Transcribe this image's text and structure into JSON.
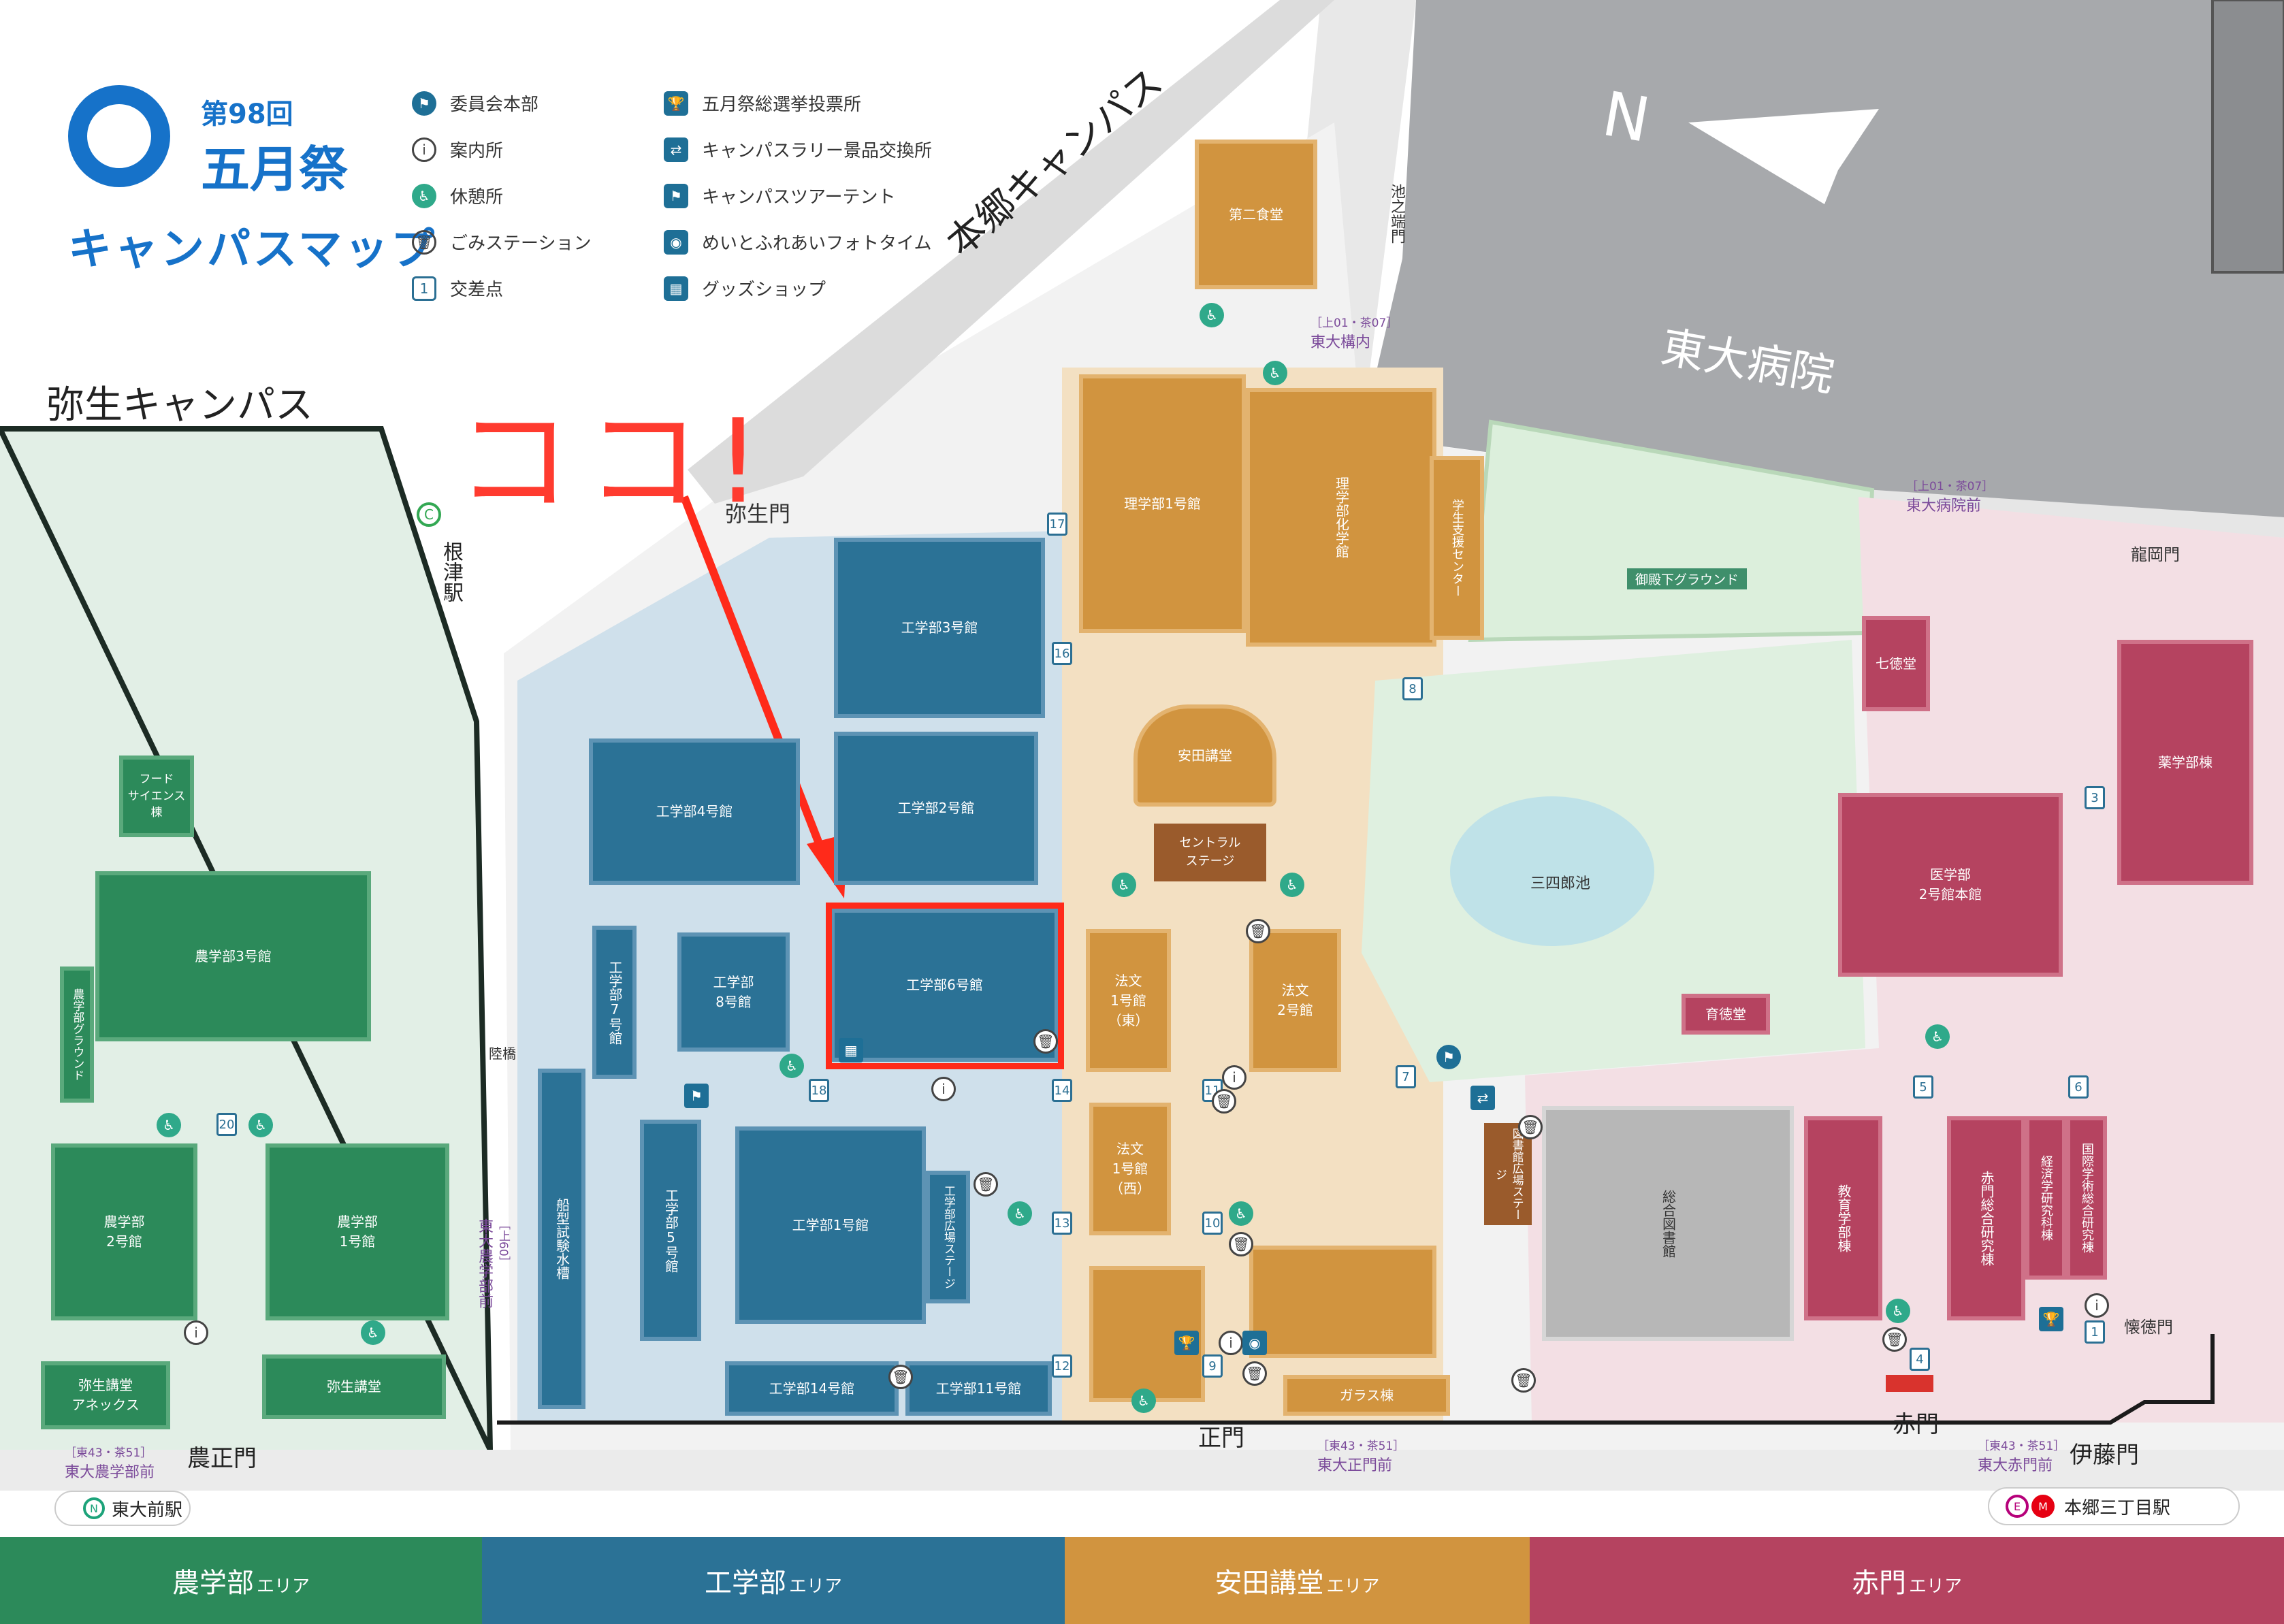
{
  "title": {
    "edition": "第98回",
    "festival": "五月祭",
    "subtitle": "キャンパスマップ"
  },
  "legend": [
    {
      "icon": "committee-hq-icon",
      "label": "委員会本部"
    },
    {
      "icon": "info-icon",
      "label": "案内所"
    },
    {
      "icon": "rest-area-icon",
      "label": "休憩所"
    },
    {
      "icon": "trash-station-icon",
      "label": "ごみステーション"
    },
    {
      "icon": "intersection-number-icon",
      "label": "交差点",
      "glyph": "1"
    },
    {
      "icon": "trophy-icon",
      "label": "五月祭総選挙投票所"
    },
    {
      "icon": "prize-exchange-icon",
      "label": "キャンパスラリー景品交換所"
    },
    {
      "icon": "flag-icon",
      "label": "キャンパスツアーテント"
    },
    {
      "icon": "camera-icon",
      "label": "めいとふれあいフォトタイム"
    },
    {
      "icon": "goods-shop-icon",
      "label": "グッズショップ"
    }
  ],
  "annotation": {
    "text": "ココ!",
    "color": "#ff3b2f"
  },
  "colors": {
    "agri": "#2c8a5a",
    "eng": "#2b7296",
    "yasuda": "#d1943f",
    "akamon": "#b54360",
    "hospital": "#a7a9ac",
    "highlight": "#ff2a1a"
  },
  "regions": {
    "yayoi_campus": "弥生キャンパス",
    "hongo_campus": "本郷キャンパス",
    "hospital": "東大病院",
    "north_mark": "N"
  },
  "gates": {
    "yayoi_gate": "弥生門",
    "ikenohata_gate": "池之端門",
    "ryuoka_gate": "龍岡門",
    "kaitoku_gate": "懐徳門",
    "main_gate": "正門",
    "akamon": "赤門",
    "ito_gate": "伊藤門",
    "nosei_gate": "農正門",
    "rikkyo": "陸橋"
  },
  "stations": {
    "nezu": {
      "name": "根津駅",
      "line": "C"
    },
    "todaimae": {
      "name": "東大前駅",
      "line": "N"
    },
    "hongo3": {
      "name": "本郷三丁目駅",
      "lines": [
        "E",
        "M"
      ]
    }
  },
  "bus_stops": [
    {
      "routes": "［上01・茶07］",
      "name": "東大構内"
    },
    {
      "routes": "［上01・茶07］",
      "name": "東大病院前"
    },
    {
      "routes": "［上60］",
      "name": "東大農学部前"
    },
    {
      "routes": "［東43・茶51］",
      "name": "東大農学部前"
    },
    {
      "routes": "［東43・茶51］",
      "name": "東大正門前"
    },
    {
      "routes": "［東43・茶51］",
      "name": "東大赤門前"
    }
  ],
  "buildings": {
    "agri3": "農学部3号館",
    "agri2": "農学部\n2号館",
    "agri1": "農学部\n1号館",
    "yayoi_hall": "弥生講堂",
    "yayoi_annex": "弥生講堂\nアネックス",
    "food_science": "フード\nサイエンス\n棟",
    "agri_ground": "農学部グラウンド",
    "eng3": "工学部3号館",
    "eng2": "工学部2号館",
    "eng4": "工学部4号館",
    "eng6": "工学部6号館",
    "eng8": "工学部\n8号館",
    "eng7": "工学部7号館",
    "eng1": "工学部1号館",
    "eng5": "工学部5号館",
    "eng14": "工学部14号館",
    "eng11": "工学部11号館",
    "ship_tank": "船型試験水槽",
    "eng_plaza_stage": "工学部広場ステージ",
    "second_cafeteria": "第二食堂",
    "science1": "理学部1号館",
    "chemistry": "理学部化学館",
    "student_support": "学生支援センター",
    "goten_ground": "御殿下グラウンド",
    "yasuda": "安田講堂",
    "central_stage": "セントラル\nステージ",
    "law1e": "法文\n1号館\n（東）",
    "law2": "法文\n2号館",
    "law1w": "法文\n1号館\n（西）",
    "sanshiro_pond": "三四郎池",
    "library_stage": "図書館広場ステージ",
    "general_library": "総合図書館",
    "glass_building": "ガラス棟",
    "shichitoku": "七徳堂",
    "pharma": "薬学部棟",
    "medical2": "医学部\n2号館本館",
    "ikutoku": "育徳堂",
    "education": "教育学部棟",
    "akamon_research": "赤門総合研究棟",
    "econ_research": "経済学研究科棟",
    "intl_research": "国際学術総合研究棟"
  },
  "intersections": [
    "1",
    "3",
    "4",
    "5",
    "6",
    "7",
    "8",
    "9",
    "10",
    "11",
    "12",
    "13",
    "14",
    "16",
    "17",
    "18",
    "20"
  ],
  "area_bar": [
    {
      "name": "農学部",
      "suffix": "エリア",
      "color": "#2c8a5a"
    },
    {
      "name": "工学部",
      "suffix": "エリア",
      "color": "#2b7296"
    },
    {
      "name": "安田講堂",
      "suffix": "エリア",
      "color": "#d1943f"
    },
    {
      "name": "赤門",
      "suffix": "エリア",
      "color": "#b54360"
    }
  ]
}
